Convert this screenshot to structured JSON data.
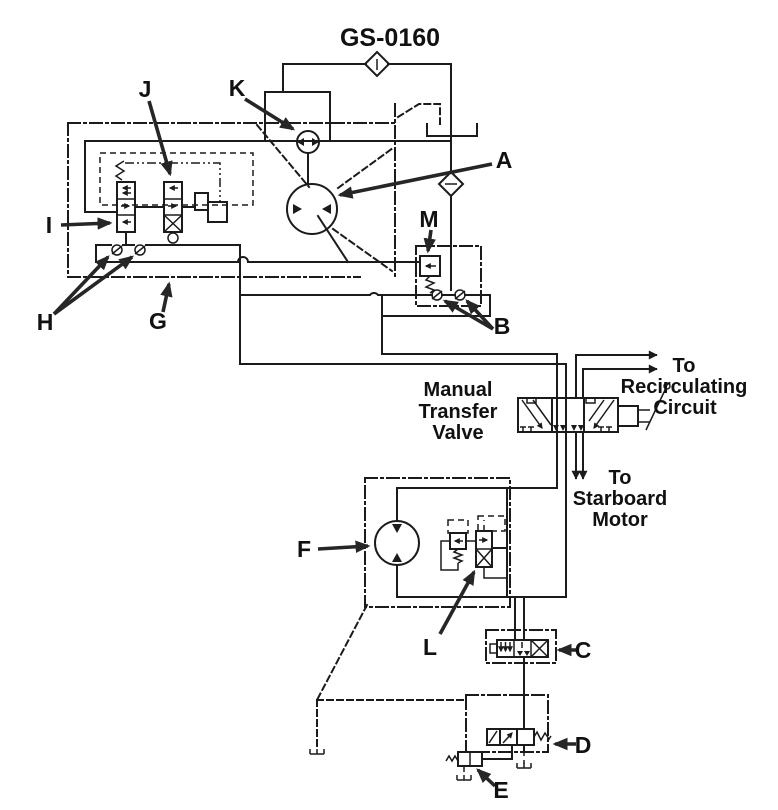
{
  "diagram": {
    "kind": "hydraulic schematic",
    "colors": {
      "background": "#ffffff",
      "line": "#1b1b1b",
      "text": "#111111"
    }
  },
  "title": {
    "text": "GS-0160"
  },
  "callouts": {
    "A": {
      "text": "A"
    },
    "B": {
      "text": "B"
    },
    "C": {
      "text": "C"
    },
    "D": {
      "text": "D"
    },
    "E": {
      "text": "E"
    },
    "F": {
      "text": "F"
    },
    "G": {
      "text": "G"
    },
    "H": {
      "text": "H"
    },
    "I": {
      "text": "I"
    },
    "J": {
      "text": "J"
    },
    "K": {
      "text": "K"
    },
    "L": {
      "text": "L"
    },
    "M": {
      "text": "M"
    }
  },
  "annotations": {
    "manual_transfer_valve": {
      "line1": "Manual",
      "line2": "Transfer",
      "line3": "Valve"
    },
    "to_recirculating_circuit": {
      "line1": "To",
      "line2": "Recirculating",
      "line3": "Circuit"
    },
    "to_starboard_motor": {
      "line1": "To",
      "line2": "Starboard",
      "line3": "Motor"
    }
  },
  "symbols": {
    "filter_top": "filter-diamond-icon",
    "filter_mid": "filter-diamond-icon",
    "pump_k": "pump-circle-icon",
    "motor_a": "motor-circle-icon",
    "motor_f": "motor-circle-icon",
    "check_valves_h": "check-valve-icons",
    "check_valves_b": "check-valve-icons",
    "relief_m": "relief-valve-icon",
    "tanks": "tank-icon"
  }
}
